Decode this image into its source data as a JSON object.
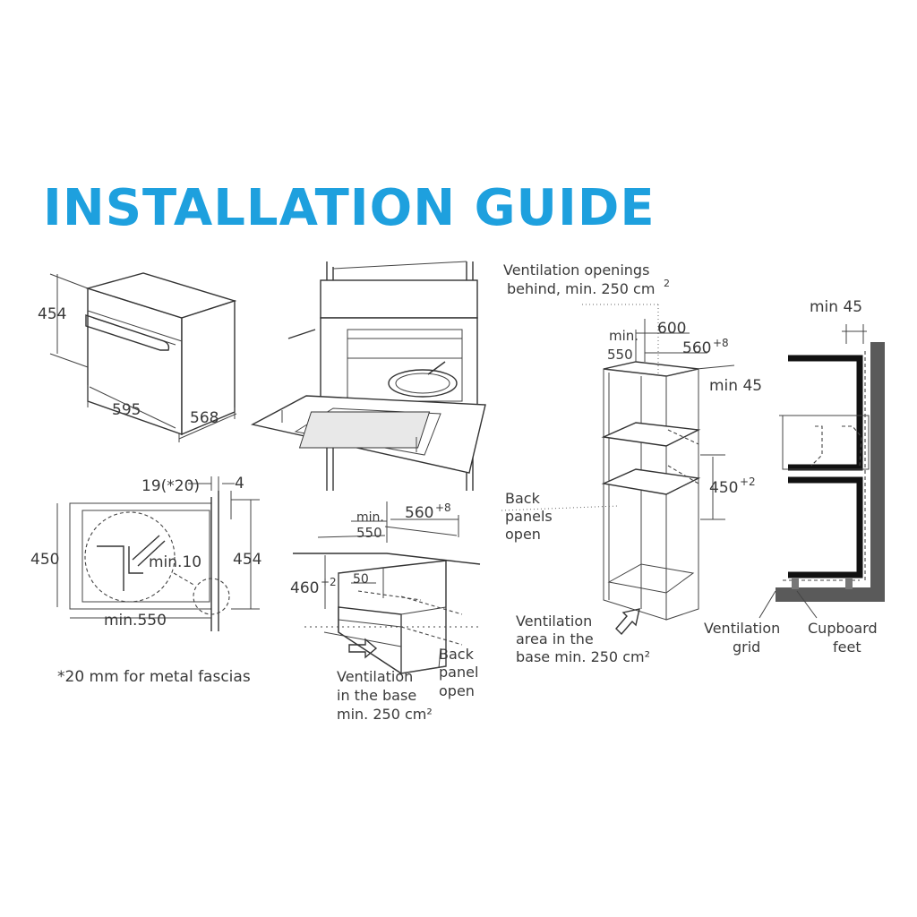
{
  "title": "INSTALLATION GUIDE",
  "oven_dims": {
    "height": "454",
    "width": "595",
    "depth": "568"
  },
  "fascia": {
    "top_left": "19(*20)",
    "top_right": "4",
    "left_height": "450",
    "right_height": "454",
    "inner": "min.10",
    "bottom": "min.550",
    "footnote": "*20 mm for metal fascias"
  },
  "under_counter": {
    "min_label": "min.",
    "min_value": "550",
    "width_value": "560",
    "width_sup": "+8",
    "height_value": "460",
    "height_sup": "+2",
    "gap": "50",
    "back_panel_1": "Back",
    "back_panel_2": "panel",
    "back_panel_3": "open",
    "vent_1": "Ventilation",
    "vent_2": "in the base",
    "vent_3": "min. 250 cm²"
  },
  "tall_unit": {
    "vent_openings_1": "Ventilation openings",
    "vent_openings_2": "behind, min. 250 cm",
    "vent_openings_sup": "2",
    "min_label": "min.",
    "min_value": "550",
    "outer_width": "600",
    "inner_width": "560",
    "inner_width_sup": "+8",
    "min45": "min 45",
    "height_value": "450",
    "height_sup": "+2",
    "back_panels_1": "Back",
    "back_panels_2": "panels",
    "back_panels_3": "open",
    "vent_area_1": "Ventilation",
    "vent_area_2": "area in the",
    "vent_area_3": "base min. 250 cm²"
  },
  "side_section": {
    "min45": "min 45",
    "grid_1": "Ventilation",
    "grid_2": "grid",
    "feet_1": "Cupboard",
    "feet_2": "feet"
  }
}
